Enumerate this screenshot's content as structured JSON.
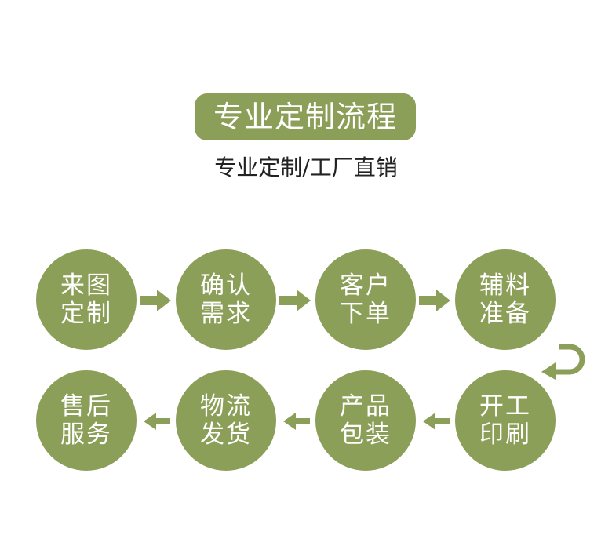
{
  "header": {
    "title": "专业定制流程",
    "subtitle": "专业定制/工厂直销"
  },
  "steps": [
    {
      "line1": "来图",
      "line2": "定制"
    },
    {
      "line1": "确认",
      "line2": "需求"
    },
    {
      "line1": "客户",
      "line2": "下单"
    },
    {
      "line1": "辅料",
      "line2": "准备"
    },
    {
      "line1": "开工",
      "line2": "印刷"
    },
    {
      "line1": "产品",
      "line2": "包装"
    },
    {
      "line1": "物流",
      "line2": "发货"
    },
    {
      "line1": "售后",
      "line2": "服务"
    }
  ],
  "colors": {
    "accent": "#8c9f58",
    "text": "#222222",
    "background": "#ffffff"
  }
}
